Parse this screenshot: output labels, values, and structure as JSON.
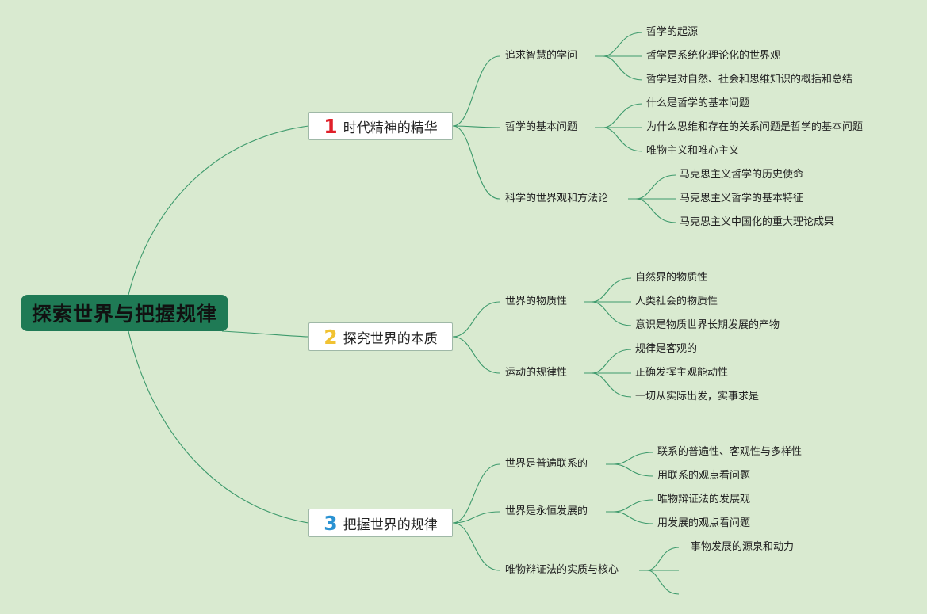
{
  "root": {
    "title": "探索世界与把握规律"
  },
  "colors": {
    "background": "#d9ead0",
    "root_fill": "#1f7a55",
    "line": "#3d9a6c",
    "num1": "#e0202a",
    "num2": "#f1c232",
    "num3": "#2a92d2"
  },
  "topics": [
    {
      "num": "1",
      "label": "时代精神的精华",
      "subs": [
        {
          "label": "追求智慧的学问",
          "leaves": [
            "哲学的起源",
            "哲学是系统化理论化的世界观",
            "哲学是对自然、社会和思维知识的概括和总结"
          ]
        },
        {
          "label": "哲学的基本问题",
          "leaves": [
            "什么是哲学的基本问题",
            "为什么思维和存在的关系问题是哲学的基本问题",
            "唯物主义和唯心主义"
          ]
        },
        {
          "label": "科学的世界观和方法论",
          "leaves": [
            "马克思主义哲学的历史使命",
            "马克思主义哲学的基本特征",
            "马克思主义中国化的重大理论成果"
          ]
        }
      ]
    },
    {
      "num": "2",
      "label": "探究世界的本质",
      "subs": [
        {
          "label": "世界的物质性",
          "leaves": [
            "自然界的物质性",
            "人类社会的物质性",
            "意识是物质世界长期发展的产物"
          ]
        },
        {
          "label": "运动的规律性",
          "leaves": [
            "规律是客观的",
            "正确发挥主观能动性",
            "一切从实际出发，实事求是"
          ]
        }
      ]
    },
    {
      "num": "3",
      "label": "把握世界的规律",
      "subs": [
        {
          "label": "世界是普遍联系的",
          "leaves": [
            "联系的普遍性、客观性与多样性",
            "用联系的观点看问题"
          ]
        },
        {
          "label": "世界是永恒发展的",
          "leaves": [
            "唯物辩证法的发展观",
            "用发展的观点看问题"
          ]
        },
        {
          "label": "唯物辩证法的实质与核心",
          "leaves": [
            "事物发展的源泉和动力",
            "",
            ""
          ]
        }
      ]
    }
  ]
}
